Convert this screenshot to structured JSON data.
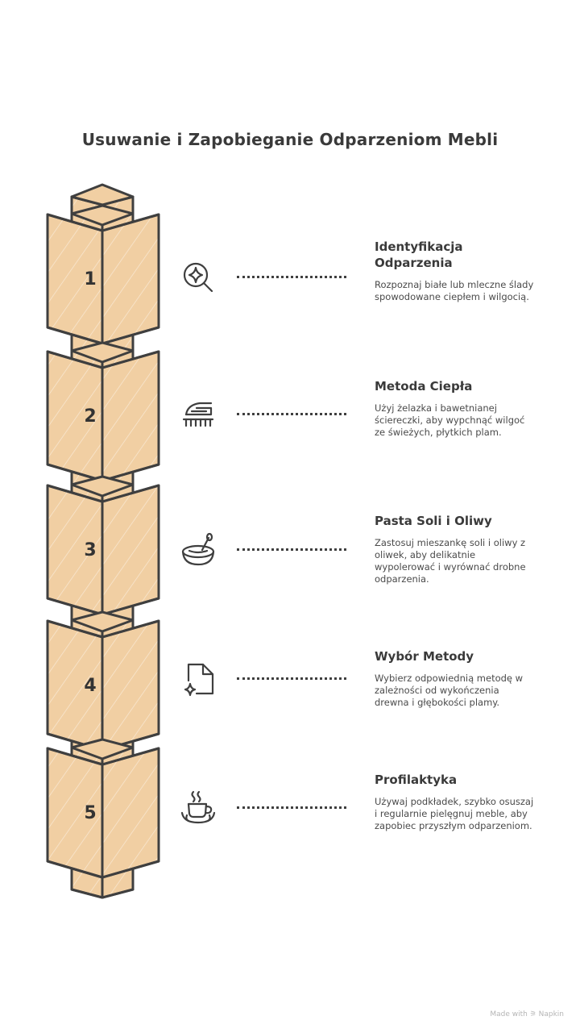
{
  "title": "Usuwanie i Zapobieganie Odparzeniom Mebli",
  "colors": {
    "block": "#f1cfa3",
    "outline": "#3f3f3f",
    "hatch": "#ffffff"
  },
  "steps": [
    {
      "number": "1",
      "icon": "magnify-sparkle-icon",
      "title": "Identyfikacja Odparzenia",
      "desc": "Rozpoznaj białe lub mleczne ślady spowodowane ciepłem i wilgocią."
    },
    {
      "number": "2",
      "icon": "iron-icon",
      "title": "Metoda Ciepła",
      "desc": "Użyj żelazka i bawetnianej ściereczki, aby wypchnąć wilgoć ze świeżych, płytkich plam."
    },
    {
      "number": "3",
      "icon": "bowl-icon",
      "title": "Pasta Soli i Oliwy",
      "desc": "Zastosuj mieszankę soli i oliwy z oliwek, aby delikatnie wypolerować i wyrównać drobne odparzenia."
    },
    {
      "number": "4",
      "icon": "document-sparkle-icon",
      "title": "Wybór Metody",
      "desc": "Wybierz odpowiednią metodę w zależności od wykończenia drewna i głębokości plamy."
    },
    {
      "number": "5",
      "icon": "coffee-cup-icon",
      "title": "Profilaktyka",
      "desc": "Używaj podkładek, szybko osuszaj i regularnie pielęgnuj meble, aby zapobiec przyszłym odparzeniom."
    }
  ],
  "footer": "Made with ⚞ Napkin"
}
